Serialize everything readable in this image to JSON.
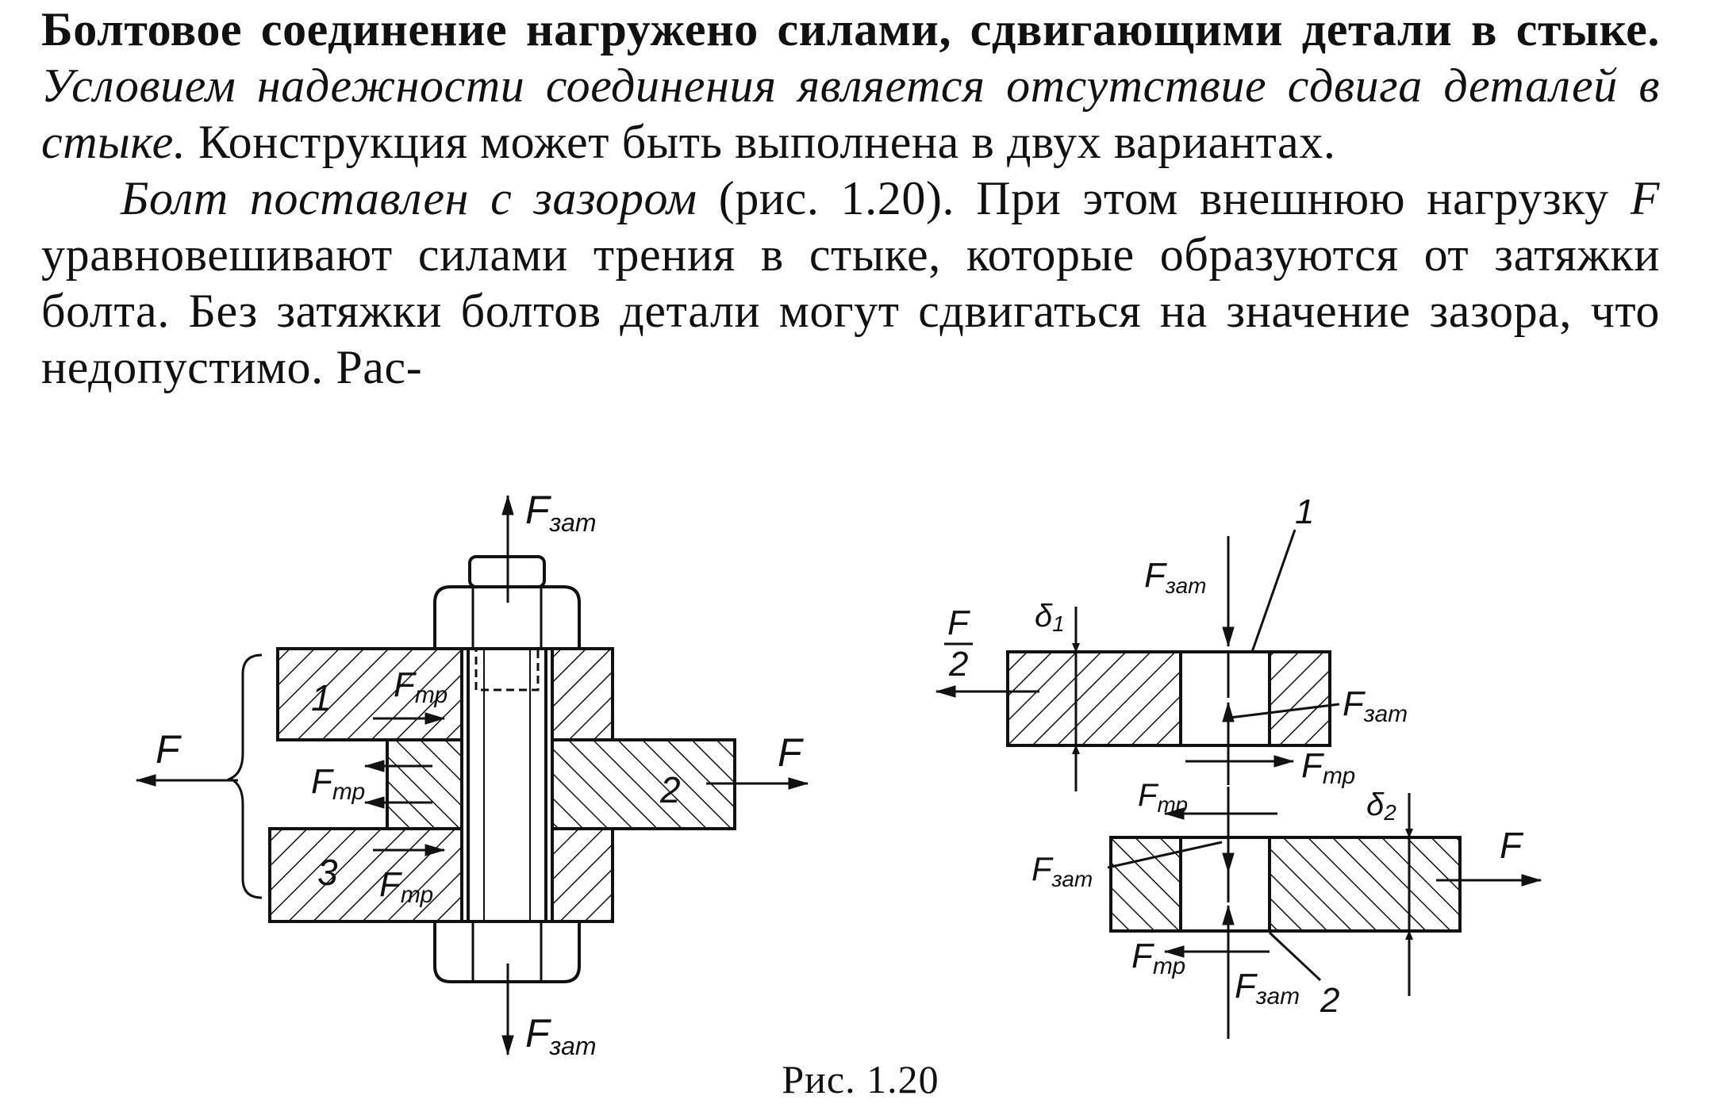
{
  "paragraph1": {
    "bold": "Болтовое соединение нагружено силами, сдвигающими детали в стыке.",
    "italic": "Условием надежности соединения является отсутствие сдвига деталей в стыке.",
    "normal": "Конструкция может быть выполнена в двух вариантах."
  },
  "paragraph2": {
    "italic": "Болт поставлен с зазором",
    "part1": "(рис. 1.20). При этом внешнюю нагрузку",
    "symbol": "F",
    "part2": "уравновешивают силами трения в стыке, которые образуются от затяжки болта. Без затяжки болтов детали могут сдвигаться на значение зазора, что недопустимо. Рас-"
  },
  "figure_left": {
    "f_top": "F",
    "f_top_sub": "зат",
    "f_bottom": "F",
    "f_bottom_sub": "зат",
    "f_left": "F",
    "f_right": "F",
    "ftr1": "F",
    "ftr1_sub": "тр",
    "ftr2": "F",
    "ftr2_sub": "тр",
    "ftr3": "F",
    "ftr3_sub": "тр",
    "part1": "1",
    "part2": "2",
    "part3": "3"
  },
  "figure_right": {
    "f_zat_top": "F",
    "f_zat_top_sub": "зат",
    "f_half_num": "F",
    "f_half_den": "2",
    "f_zat_mid": "F",
    "f_zat_mid_sub": "зат",
    "f_tr_mid": "F",
    "f_tr_mid_sub": "тр",
    "f_tr_low": "F",
    "f_tr_low_sub": "тр",
    "f_zat_low": "F",
    "f_zat_low_sub": "зат",
    "f_tr_bot": "F",
    "f_tr_bot_sub": "тр",
    "f_zat_bot": "F",
    "f_zat_bot_sub": "зат",
    "f_right": "F",
    "delta1": "δ",
    "delta1_sub": "1",
    "delta2": "δ",
    "delta2_sub": "2",
    "part1": "1",
    "part2": "2"
  },
  "caption": "Рис.  1.20"
}
